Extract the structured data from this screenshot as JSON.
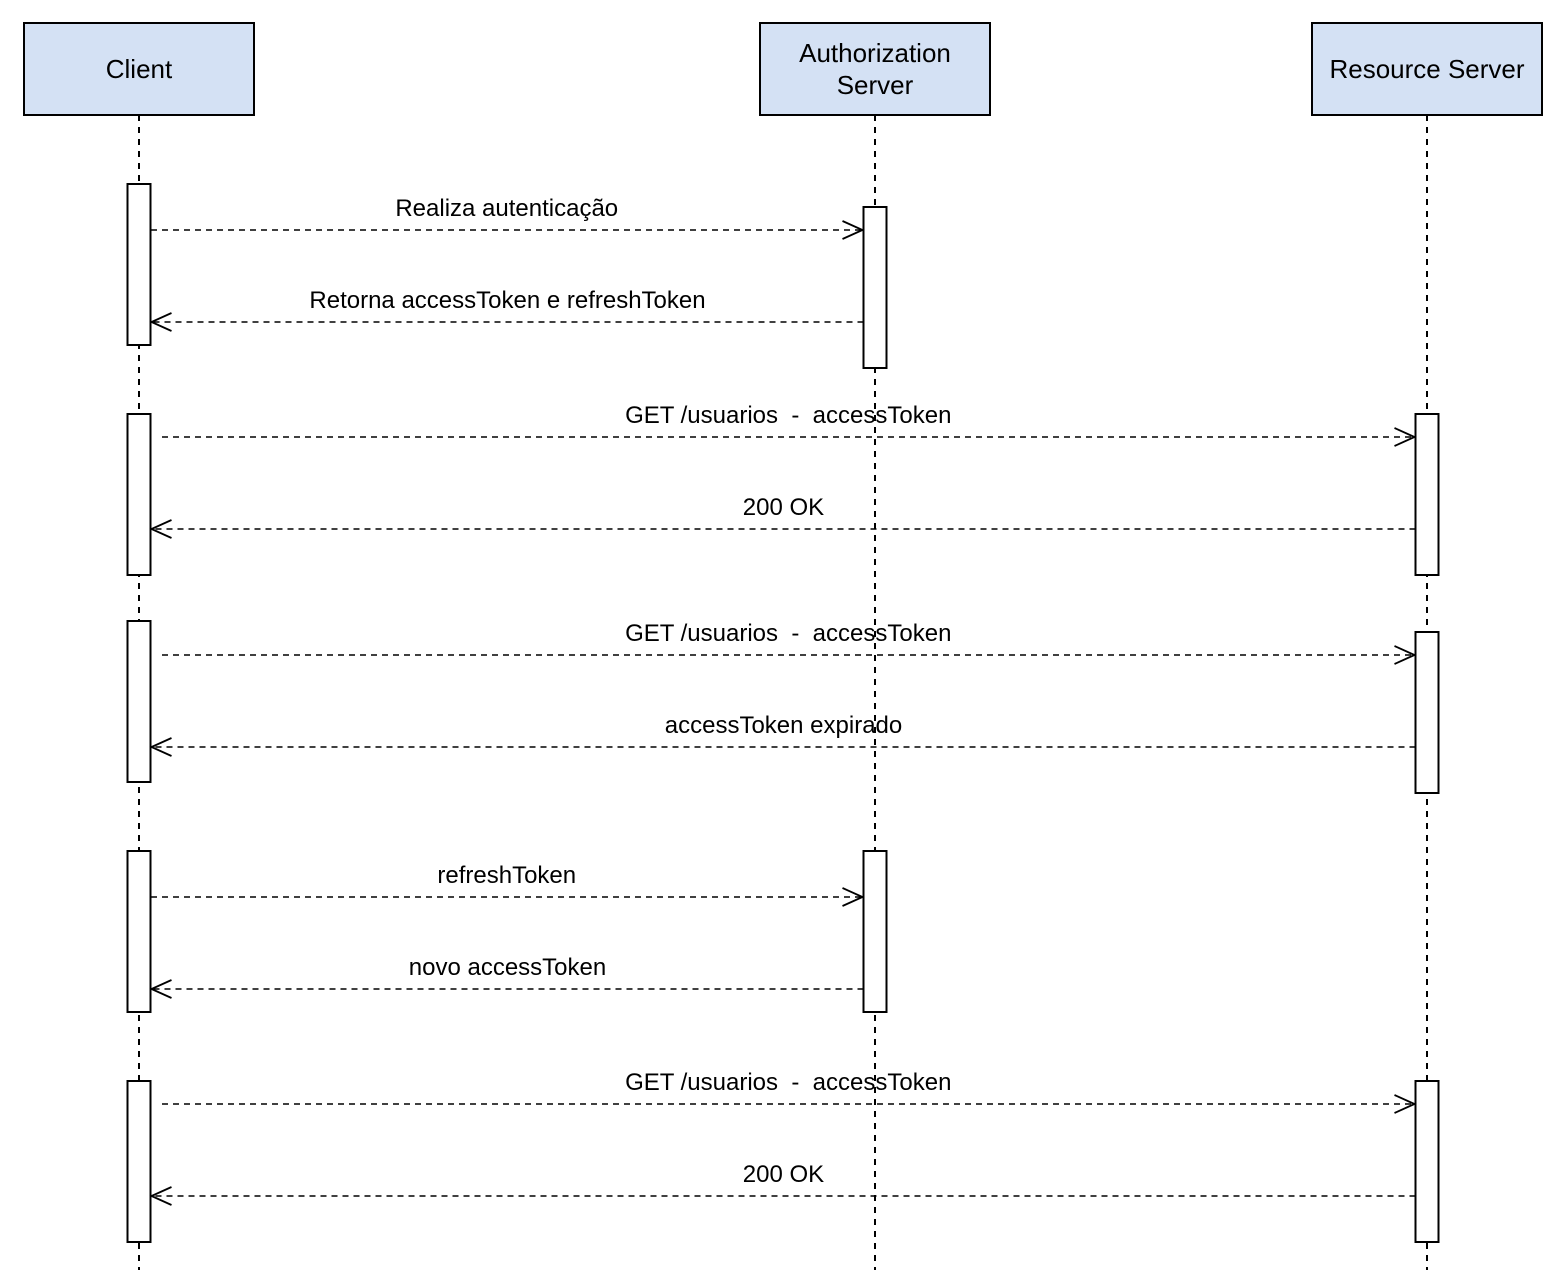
{
  "diagram": {
    "type": "sequence",
    "participants": [
      {
        "id": "client",
        "lines": [
          "Client"
        ]
      },
      {
        "id": "auth",
        "lines": [
          "Authorization",
          "Server"
        ]
      },
      {
        "id": "resource",
        "lines": [
          "Resource Server"
        ]
      }
    ],
    "messages": [
      {
        "from": "client",
        "to": "auth",
        "label": "Realiza autenticação"
      },
      {
        "from": "auth",
        "to": "client",
        "label": "Retorna accessToken e refreshToken"
      },
      {
        "from": "client",
        "to": "resource",
        "label": "GET /usuarios  -  accessToken"
      },
      {
        "from": "resource",
        "to": "client",
        "label": "200 OK"
      },
      {
        "from": "client",
        "to": "resource",
        "label": "GET /usuarios  -  accessToken"
      },
      {
        "from": "resource",
        "to": "client",
        "label": "accessToken expirado"
      },
      {
        "from": "client",
        "to": "auth",
        "label": "refreshToken"
      },
      {
        "from": "auth",
        "to": "client",
        "label": "novo accessToken"
      },
      {
        "from": "client",
        "to": "resource",
        "label": "GET /usuarios  -  accessToken"
      },
      {
        "from": "resource",
        "to": "client",
        "label": "200 OK"
      }
    ]
  },
  "colors": {
    "participant_fill": "#d4e1f4",
    "line": "#000000",
    "background": "#ffffff"
  }
}
